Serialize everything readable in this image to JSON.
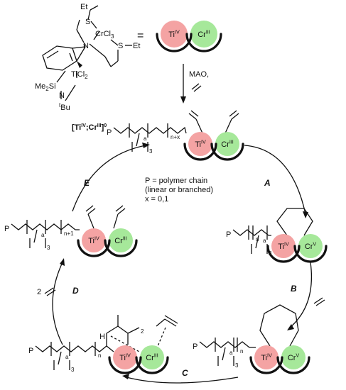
{
  "catalyst": {
    "structure_labels": {
      "et_top": "Et",
      "s_top": "S",
      "cr_cl3": "CrCl",
      "cr_cl3_sub": "3",
      "n_center": "N",
      "s_right": "S",
      "et_right": "Et",
      "ticl2": "TiCl",
      "ticl2_sub": "2",
      "me2si": "Me",
      "me2si_sub": "2",
      "me2si_si": "Si",
      "n_amide": "N",
      "t_sup": "t",
      "bu": "Bu"
    },
    "equals": "=",
    "notation": {
      "open": "[Ti",
      "sup1": "IV",
      "mid": ";Cr",
      "sup2": "III",
      "close": "]",
      "charge": "0"
    }
  },
  "activation": {
    "reagent": "MAO,"
  },
  "legend": {
    "line1": "P = polymer chain",
    "line2": "(linear or branched)",
    "line3": "x = 0,1"
  },
  "steps": {
    "A": "A",
    "B": "B",
    "C": "C",
    "D": "D",
    "E": "E"
  },
  "metals": {
    "ti": "Ti",
    "ti_ox": "IV",
    "cr": "Cr",
    "cr_ox3": "III",
    "cr_ox5": "V"
  },
  "chain": {
    "p": "P",
    "a": "a",
    "three": "3",
    "n": "n",
    "n_plus_x": "n+x",
    "n_plus_1": "n+1",
    "two": "2",
    "h": "H"
  },
  "step_d_reagent": "2",
  "colors": {
    "ti": "#f4a3a3",
    "cr": "#a6e89a"
  }
}
